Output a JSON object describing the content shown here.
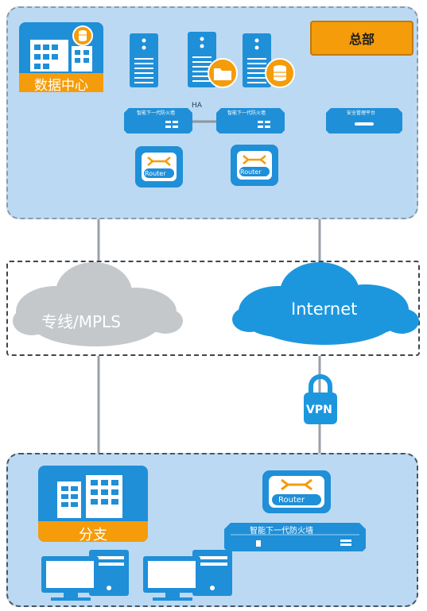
{
  "hq": {
    "badge": "总部",
    "datacenter_label": "数据中心"
  },
  "firewalls": {
    "left_label": "智能下一代防火墙",
    "right_label": "智能下一代防火墙",
    "ha_label": "HA"
  },
  "security_platform": {
    "label": "安全管理平台"
  },
  "routers": {
    "router_label": "Router"
  },
  "network": {
    "mpls_label": "专线/MPLS",
    "internet_label": "Internet",
    "vpn_label": "VPN"
  },
  "branch": {
    "label": "分支",
    "firewall_label": "智能下一代防火墙"
  },
  "colors": {
    "zone_fill": "#bcd9f3",
    "device_blue": "#1f8fd8",
    "accent_orange": "#f59c0a",
    "cloud_gray": "#c5c8cb",
    "cloud_blue": "#1c97de"
  }
}
